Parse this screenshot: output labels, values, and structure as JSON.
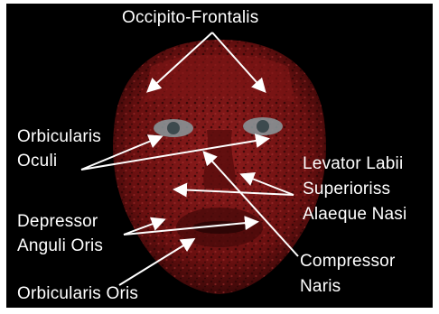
{
  "labels": {
    "occipito_frontalis": "Occipito-Frontalis",
    "orbicularis_oculi_1": "Orbicularis",
    "orbicularis_oculi_2": "Oculi",
    "levator_1": "Levator Labii",
    "levator_2": "Superioriss",
    "levator_3": "Alaeque Nasi",
    "depressor_1": "Depressor",
    "depressor_2": "Anguli Oris",
    "compressor_1": "Compressor",
    "compressor_2": "Naris",
    "orbicularis_oris": "Orbicularis Oris"
  },
  "colors": {
    "background": "#000000",
    "label_text": "#ffffff",
    "arrow": "#ffffff",
    "muscle": "#7a1414",
    "muscle_dark": "#3a0808",
    "eye": "#8a9a9e"
  }
}
